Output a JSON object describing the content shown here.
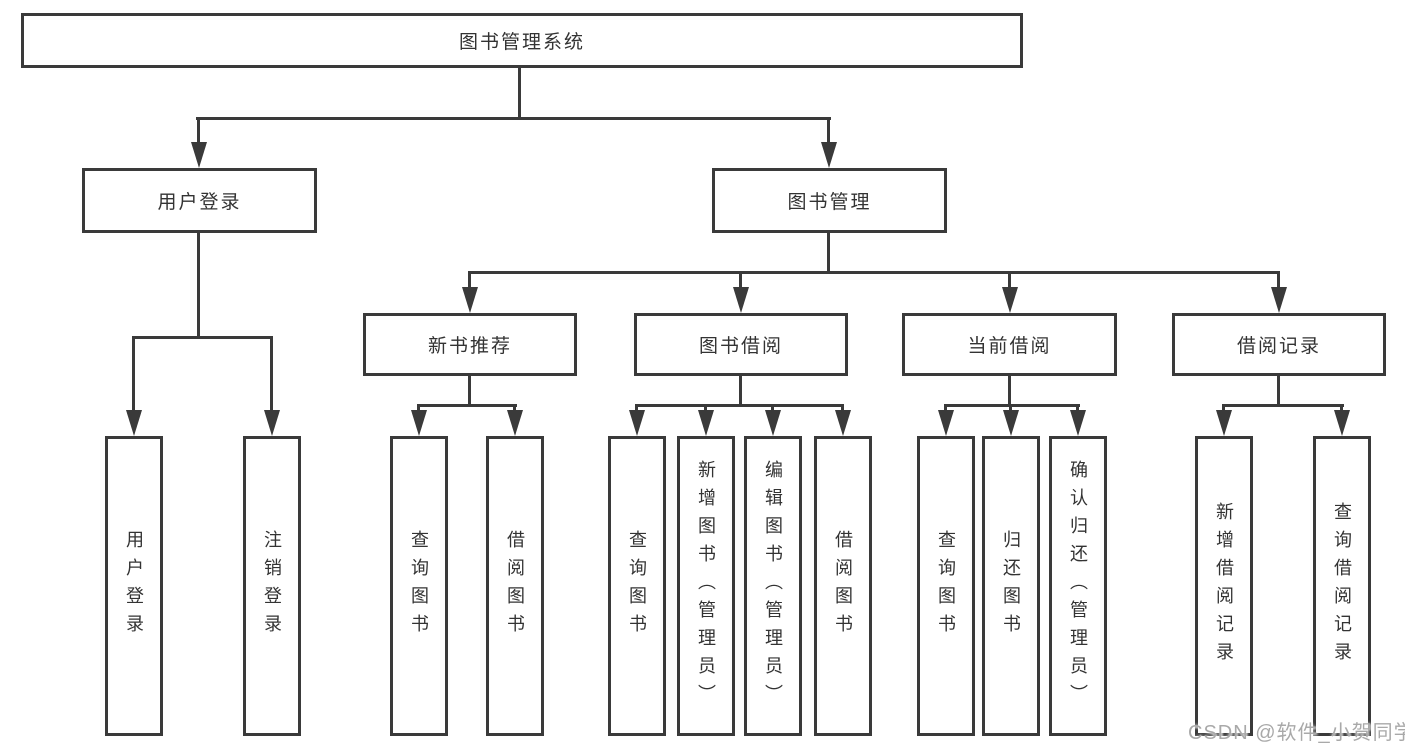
{
  "colors": {
    "line": "#3a3a3a",
    "text": "#333333",
    "box_background": "#ffffff",
    "watermark": "#a9a9a9"
  },
  "tree": {
    "root": "图书管理系统",
    "branches": [
      {
        "label": "用户登录",
        "children": [
          "用户登录",
          "注销登录"
        ]
      },
      {
        "label": "图书管理",
        "sections": [
          {
            "label": "新书推荐",
            "children": [
              "查询图书",
              "借阅图书"
            ]
          },
          {
            "label": "图书借阅",
            "children": [
              "查询图书",
              "新增图书（管理员）",
              "编辑图书（管理员）",
              "借阅图书"
            ]
          },
          {
            "label": "当前借阅",
            "children": [
              "查询图书",
              "归还图书",
              "确认归还（管理员）"
            ]
          },
          {
            "label": "借阅记录",
            "children": [
              "新增借阅记录",
              "查询借阅记录"
            ]
          }
        ]
      }
    ]
  },
  "watermark": {
    "text": "CSDN @软件_小贺同学"
  }
}
